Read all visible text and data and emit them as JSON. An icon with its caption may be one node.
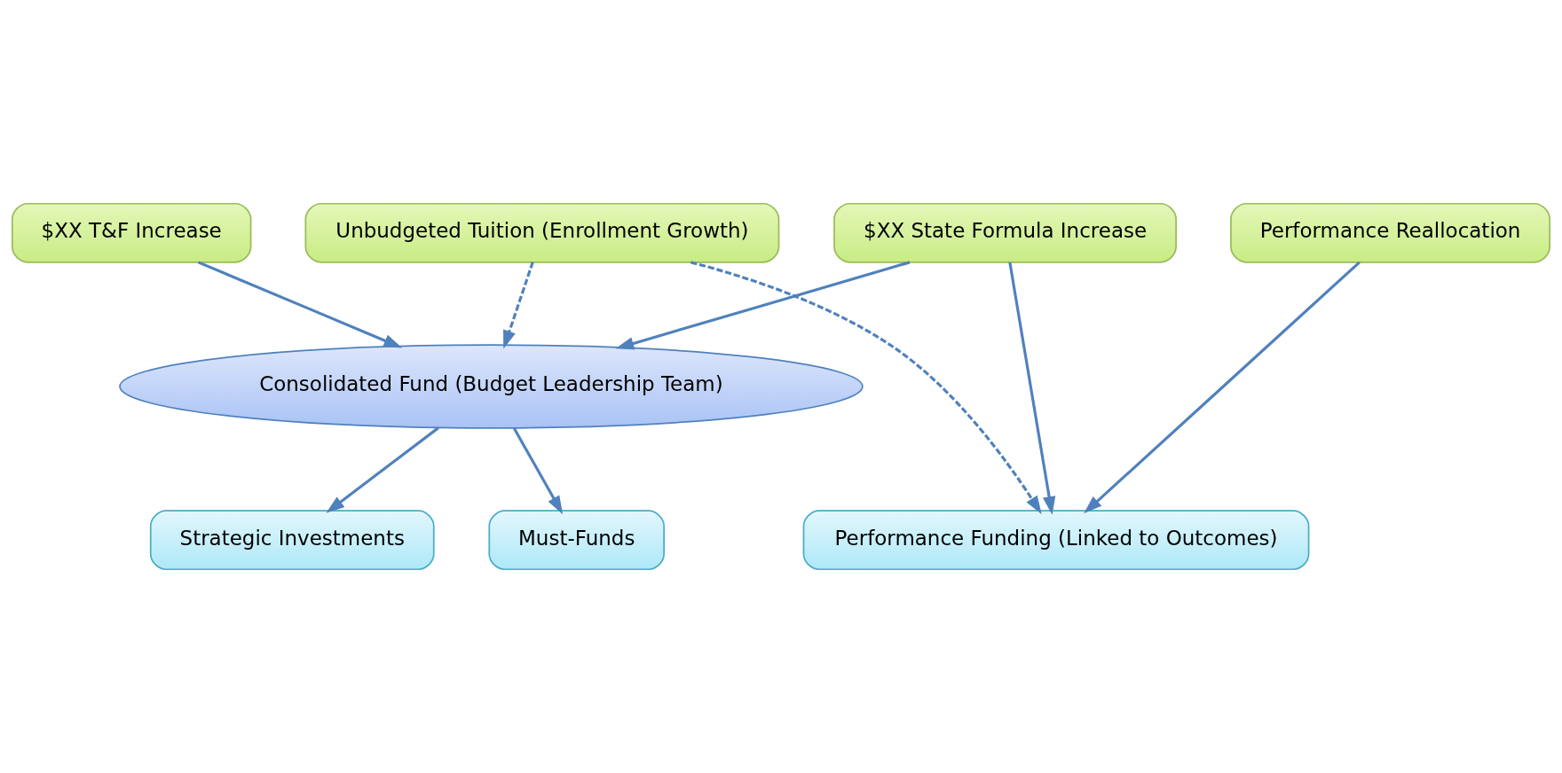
{
  "diagram": {
    "nodes": [
      {
        "text": [
          "$XX T&F Increase"
        ]
      },
      {
        "text": [
          "$XX State Formula Increase"
        ]
      },
      {
        "text": [
          "Unbudgeted Tuition (Enrollment Growth)"
        ]
      },
      {
        "text": [
          "Performance Reallocation"
        ]
      },
      {
        "text": [
          "Consolidated Fund (Budget Leadership Team)"
        ]
      },
      {
        "text": [
          "Must-Funds"
        ]
      },
      {
        "text": [
          "Strategic Investments"
        ]
      },
      {
        "text": [
          "Performance Funding (Linked to Outcomes)"
        ]
      }
    ],
    "edges": [
      {
        "from": 0,
        "to": 4,
        "arrow": "to"
      },
      {
        "from": 1,
        "to": 4,
        "arrow": "to"
      },
      {
        "from": 1,
        "to": 7,
        "arrow": "to"
      },
      {
        "from": 2,
        "to": 4,
        "arrow": "to",
        "style": "dashed"
      },
      {
        "from": 2,
        "to": 7,
        "arrow": "to",
        "style": "dashed"
      },
      {
        "from": 3,
        "to": 7,
        "arrow": "to"
      },
      {
        "from": 4,
        "to": 5,
        "arrow": "to"
      },
      {
        "from": 4,
        "to": 6,
        "arrow": "to"
      }
    ]
  }
}
